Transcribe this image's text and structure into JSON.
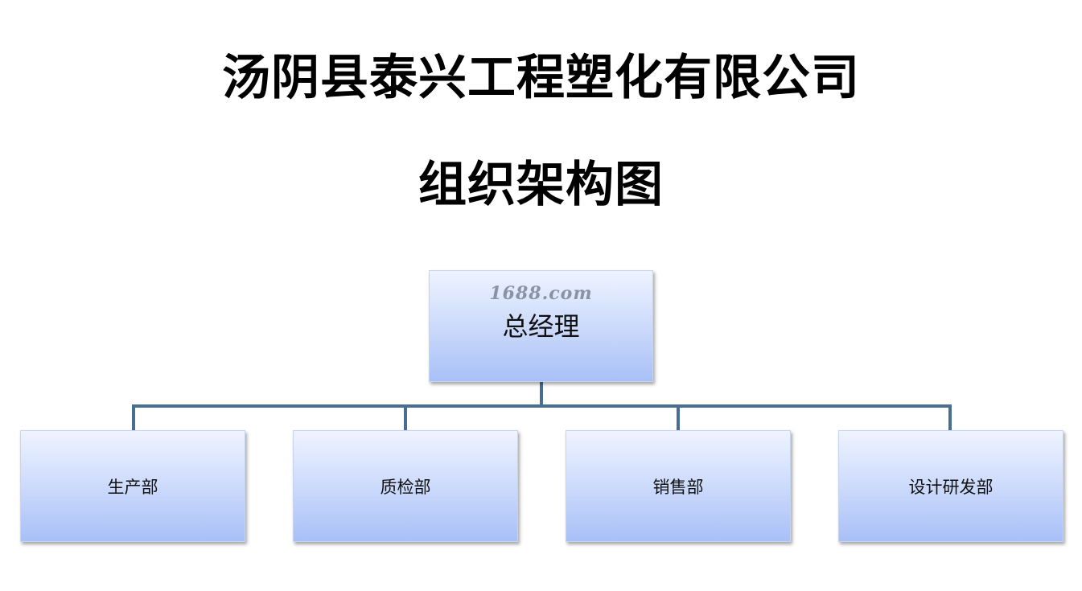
{
  "title": {
    "company": "汤阴县泰兴工程塑化有限公司",
    "subtitle": "组织架构图"
  },
  "org": {
    "root": {
      "label": "总经理",
      "watermark": "1688.com"
    },
    "departments": [
      {
        "label": "生产部"
      },
      {
        "label": "质检部"
      },
      {
        "label": "销售部"
      },
      {
        "label": "设计研发部"
      }
    ]
  },
  "colors": {
    "connector": "#4a6e91",
    "box_top": "#eef3ff",
    "box_bottom": "#a8c0f7"
  }
}
